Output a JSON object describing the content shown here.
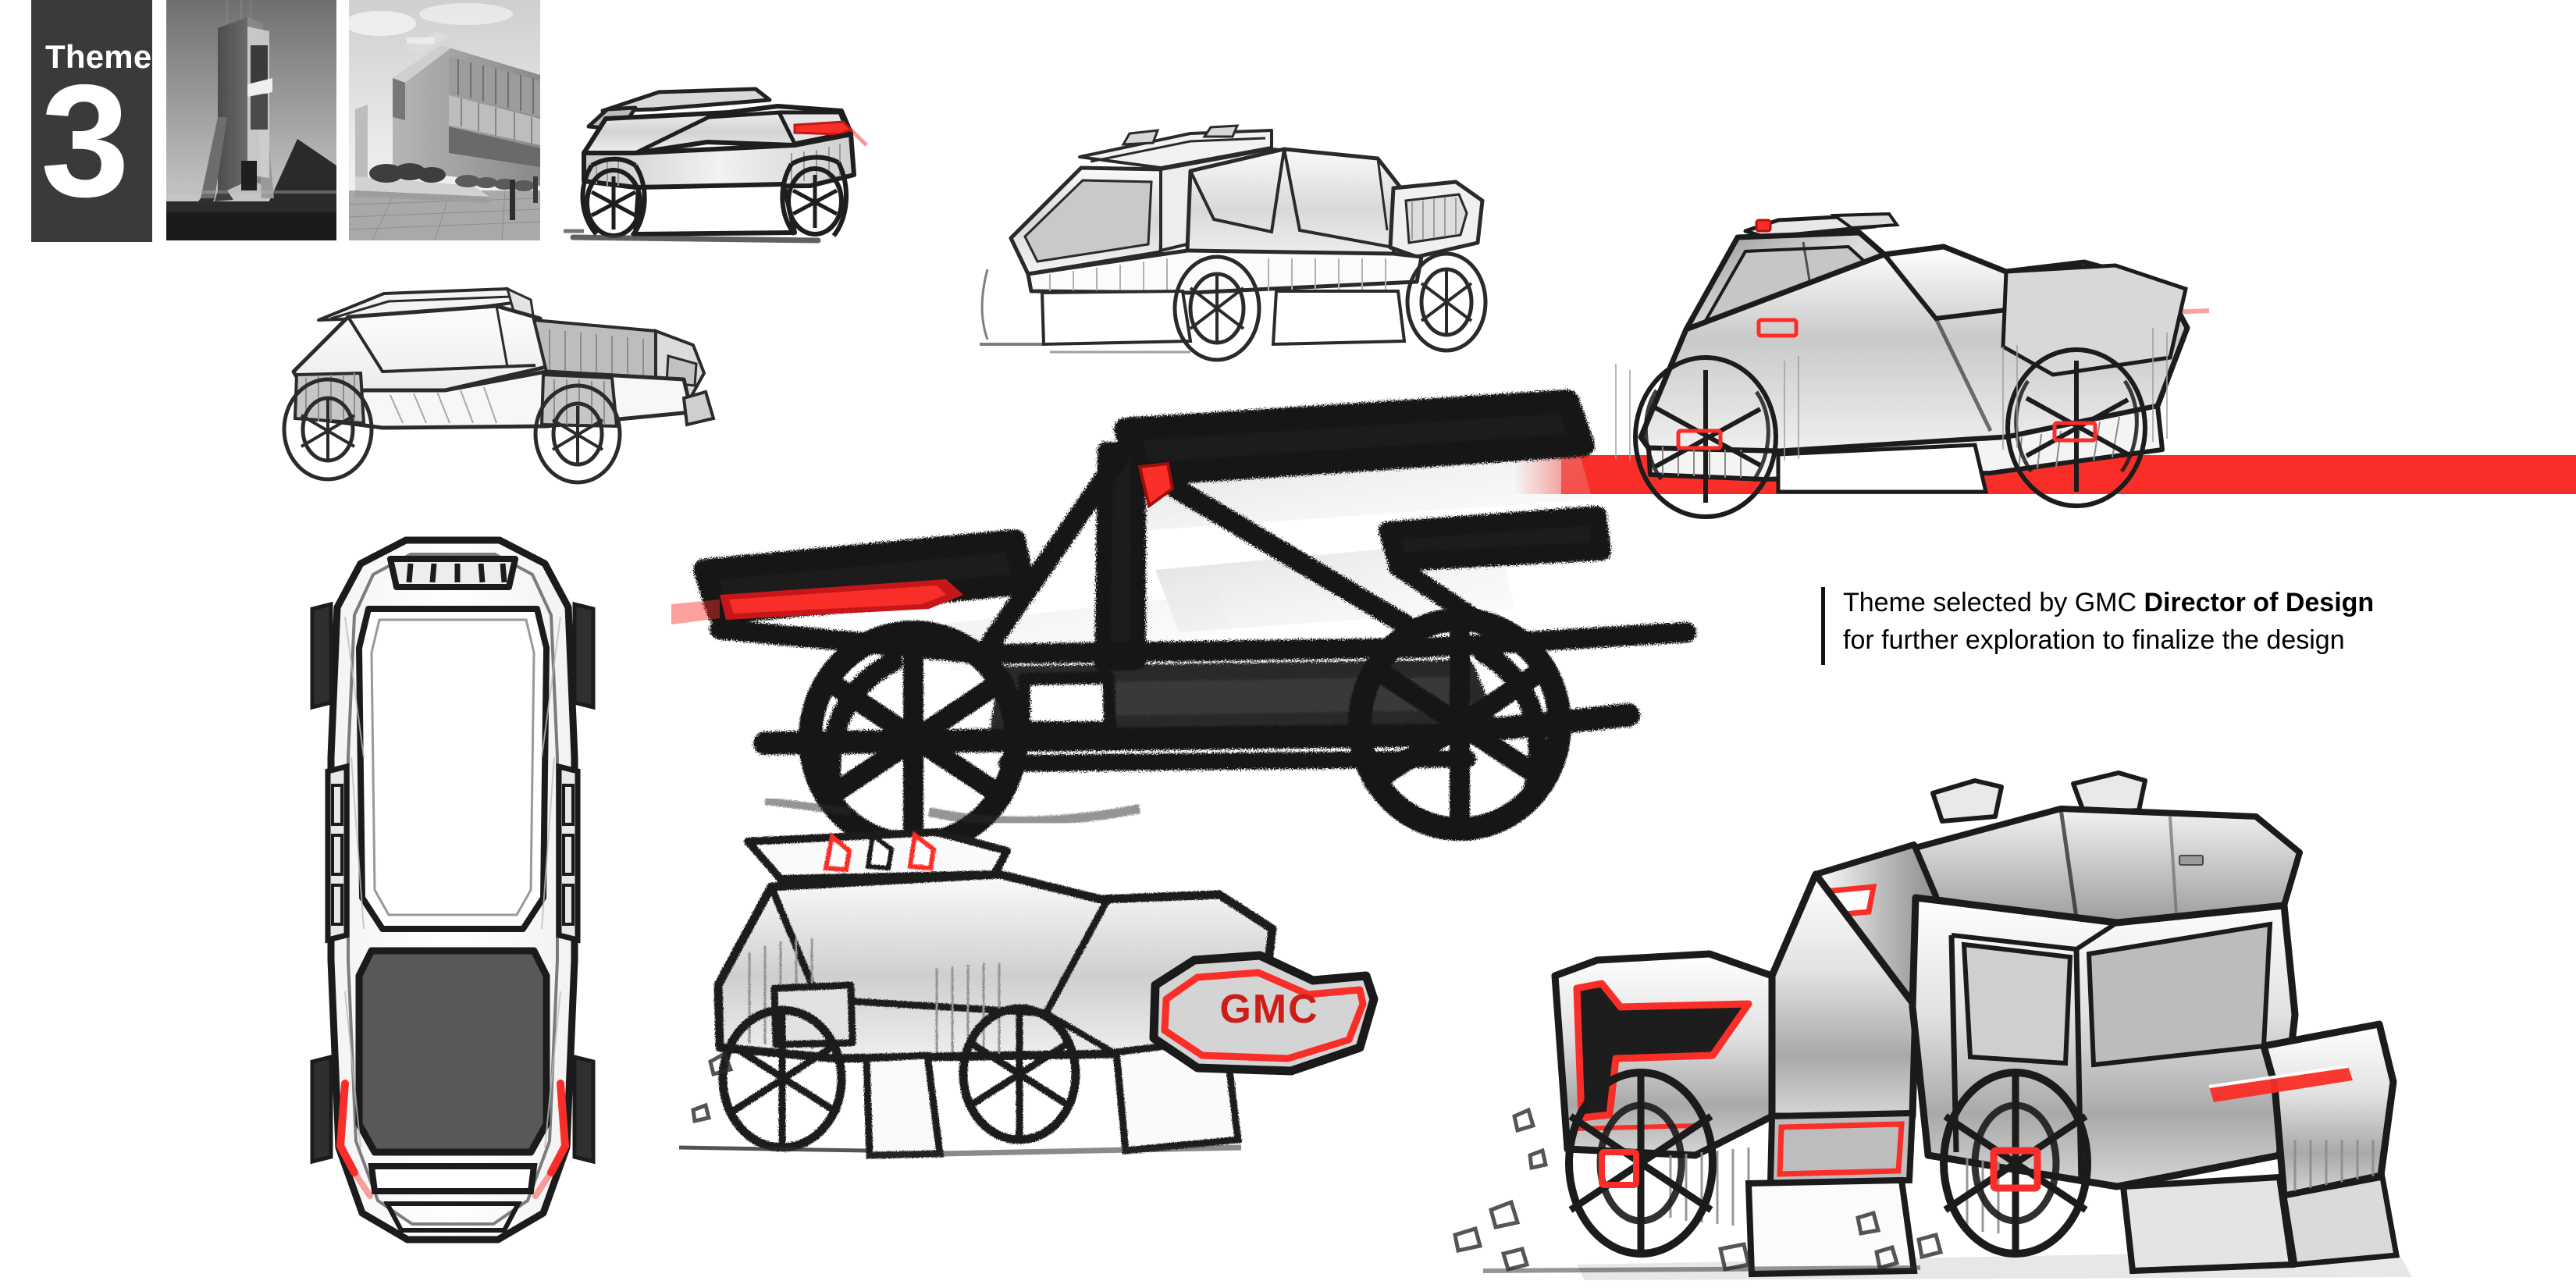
{
  "board": {
    "background_color": "#ffffff",
    "accent_color": "#FA2E28",
    "panel_color": "#3a3a3a"
  },
  "theme_header": {
    "label": "Theme",
    "number": "3",
    "photos": [
      {
        "name": "brutalist-tower-photo",
        "caption": ""
      },
      {
        "name": "brutalist-building-photo",
        "caption": ""
      }
    ]
  },
  "annotation": {
    "line1_prefix": "Theme selected by GMC ",
    "line1_bold": "Director of Design",
    "line2": "for further exploration to finalize the design"
  },
  "sketches": [
    {
      "id": "sketch-side-top-left",
      "view": "side view",
      "badge": ""
    },
    {
      "id": "sketch-rear-three-quarter",
      "view": "rear 3/4 view",
      "badge": ""
    },
    {
      "id": "sketch-front-three-quarter-line",
      "view": "front 3/4 line art",
      "badge": ""
    },
    {
      "id": "sketch-rear-three-quarter-render",
      "view": "rear 3/4 render",
      "badge": ""
    },
    {
      "id": "sketch-hero-charcoal",
      "view": "side view charcoal",
      "badge": ""
    },
    {
      "id": "sketch-top-plan",
      "view": "top plan view",
      "badge": ""
    },
    {
      "id": "sketch-rear-gmc",
      "view": "rear 3/4 view",
      "badge": "GMC"
    },
    {
      "id": "sketch-front-hero-render",
      "view": "front 3/4 render",
      "badge": ""
    }
  ],
  "badges": {
    "gmc": "GMC"
  }
}
